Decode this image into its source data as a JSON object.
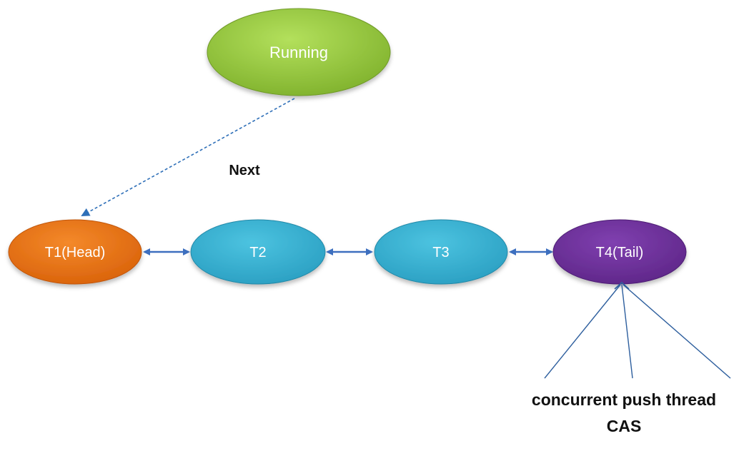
{
  "nodes": {
    "running": {
      "label": "Running",
      "color": "#8fc43c"
    },
    "t1": {
      "label": "T1(Head)",
      "color": "#e8700f"
    },
    "t2": {
      "label": "T2",
      "color": "#31b0d0"
    },
    "t3": {
      "label": "T3",
      "color": "#31b0d0"
    },
    "t4": {
      "label": "T4(Tail)",
      "color": "#6a2c9a"
    }
  },
  "edges": {
    "next_label": "Next"
  },
  "annotation": {
    "line1": "concurrent push thread",
    "line2": "CAS"
  },
  "colors": {
    "double_arrow": "#3d6fbf",
    "dashed_arrow": "#2e6fb8",
    "push_lines": "#2e5f9e"
  }
}
